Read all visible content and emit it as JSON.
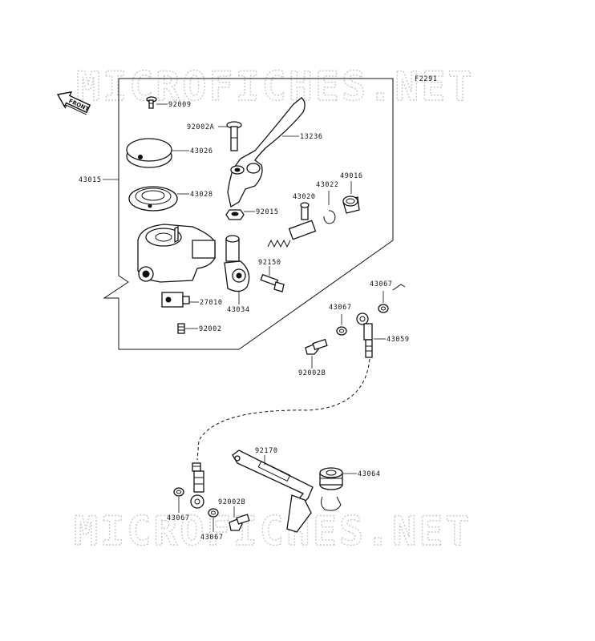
{
  "watermark_top": "MICROFICHES.NET",
  "watermark_bottom": "MICROFICHES.NET",
  "figure_code": "F2291",
  "front_label": "FRONT",
  "parts": {
    "p92009": "92009",
    "p92002A": "92002A",
    "p13236": "13236",
    "p43026": "43026",
    "p43015": "43015",
    "p43028": "43028",
    "p49016": "49016",
    "p43022": "43022",
    "p43020": "43020",
    "p92015": "92015",
    "p92150": "92150",
    "p43034": "43034",
    "p27010": "27010",
    "p92002": "92002",
    "p43067a": "43067",
    "p43067b": "43067",
    "p43059": "43059",
    "p92002B_a": "92002B",
    "p92170": "92170",
    "p43064": "43064",
    "p43067c": "43067",
    "p92002B_b": "92002B",
    "p43067d": "43067"
  }
}
